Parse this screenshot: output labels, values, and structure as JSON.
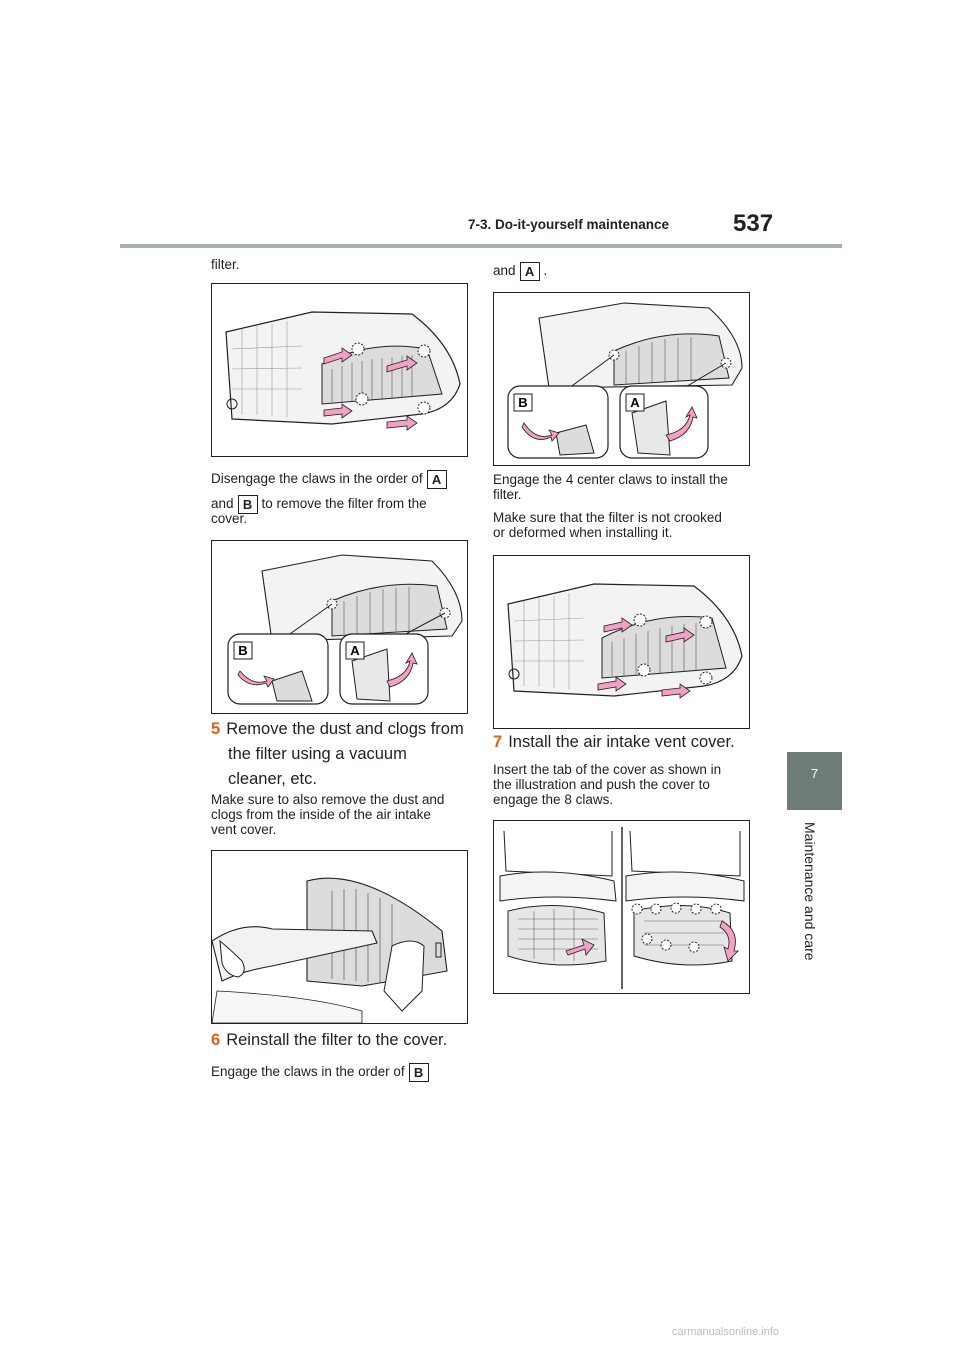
{
  "header": {
    "section": "7-3. Do-it-yourself maintenance",
    "page_number": "537"
  },
  "side_tab": {
    "number": "7",
    "label": "Maintenance and care"
  },
  "left_column": {
    "top_text": "filter.",
    "disengage_text_1": "Disengage the claws in the order of",
    "badge_a": "A",
    "disengage_text_2a": "and",
    "badge_b": "B",
    "disengage_text_2b": "to remove the filter from the",
    "disengage_text_3": "cover.",
    "fig2_label_b": "B",
    "fig2_label_a": "A",
    "step5_num": "5",
    "step5_text_1": "Remove the dust and clogs from",
    "step5_text_2": "the filter using a vacuum",
    "step5_text_3": "cleaner, etc.",
    "note5_1": "Make sure to also remove the dust and",
    "note5_2": "clogs from the inside of the air intake",
    "note5_3": "vent cover.",
    "step6_num": "6",
    "step6_text": "Reinstall the filter to the cover.",
    "engage_text": "Engage the claws in the order of",
    "engage_badge": "B"
  },
  "right_column": {
    "and_text": "and",
    "and_badge": "A",
    "and_suffix": ".",
    "fig_label_b": "B",
    "fig_label_a": "A",
    "engage4_1": "Engage the 4 center claws to install the",
    "engage4_2": "filter.",
    "note_1": "Make sure that the filter is not crooked",
    "note_2": "or deformed when installing it.",
    "step7_num": "7",
    "step7_text": "Install the air intake vent cover.",
    "insert_1": "Insert the tab of the cover as shown in",
    "insert_2": "the illustration and push the cover to",
    "insert_3": "engage the 8 claws."
  },
  "footer": {
    "watermark": "carmanualsonline.info"
  },
  "colors": {
    "accent_step": "#e35e1d",
    "tab_gray": "#6e7c76",
    "rule_gray": "#a7b1ac",
    "arrow_pink": "#f4a0c4"
  }
}
